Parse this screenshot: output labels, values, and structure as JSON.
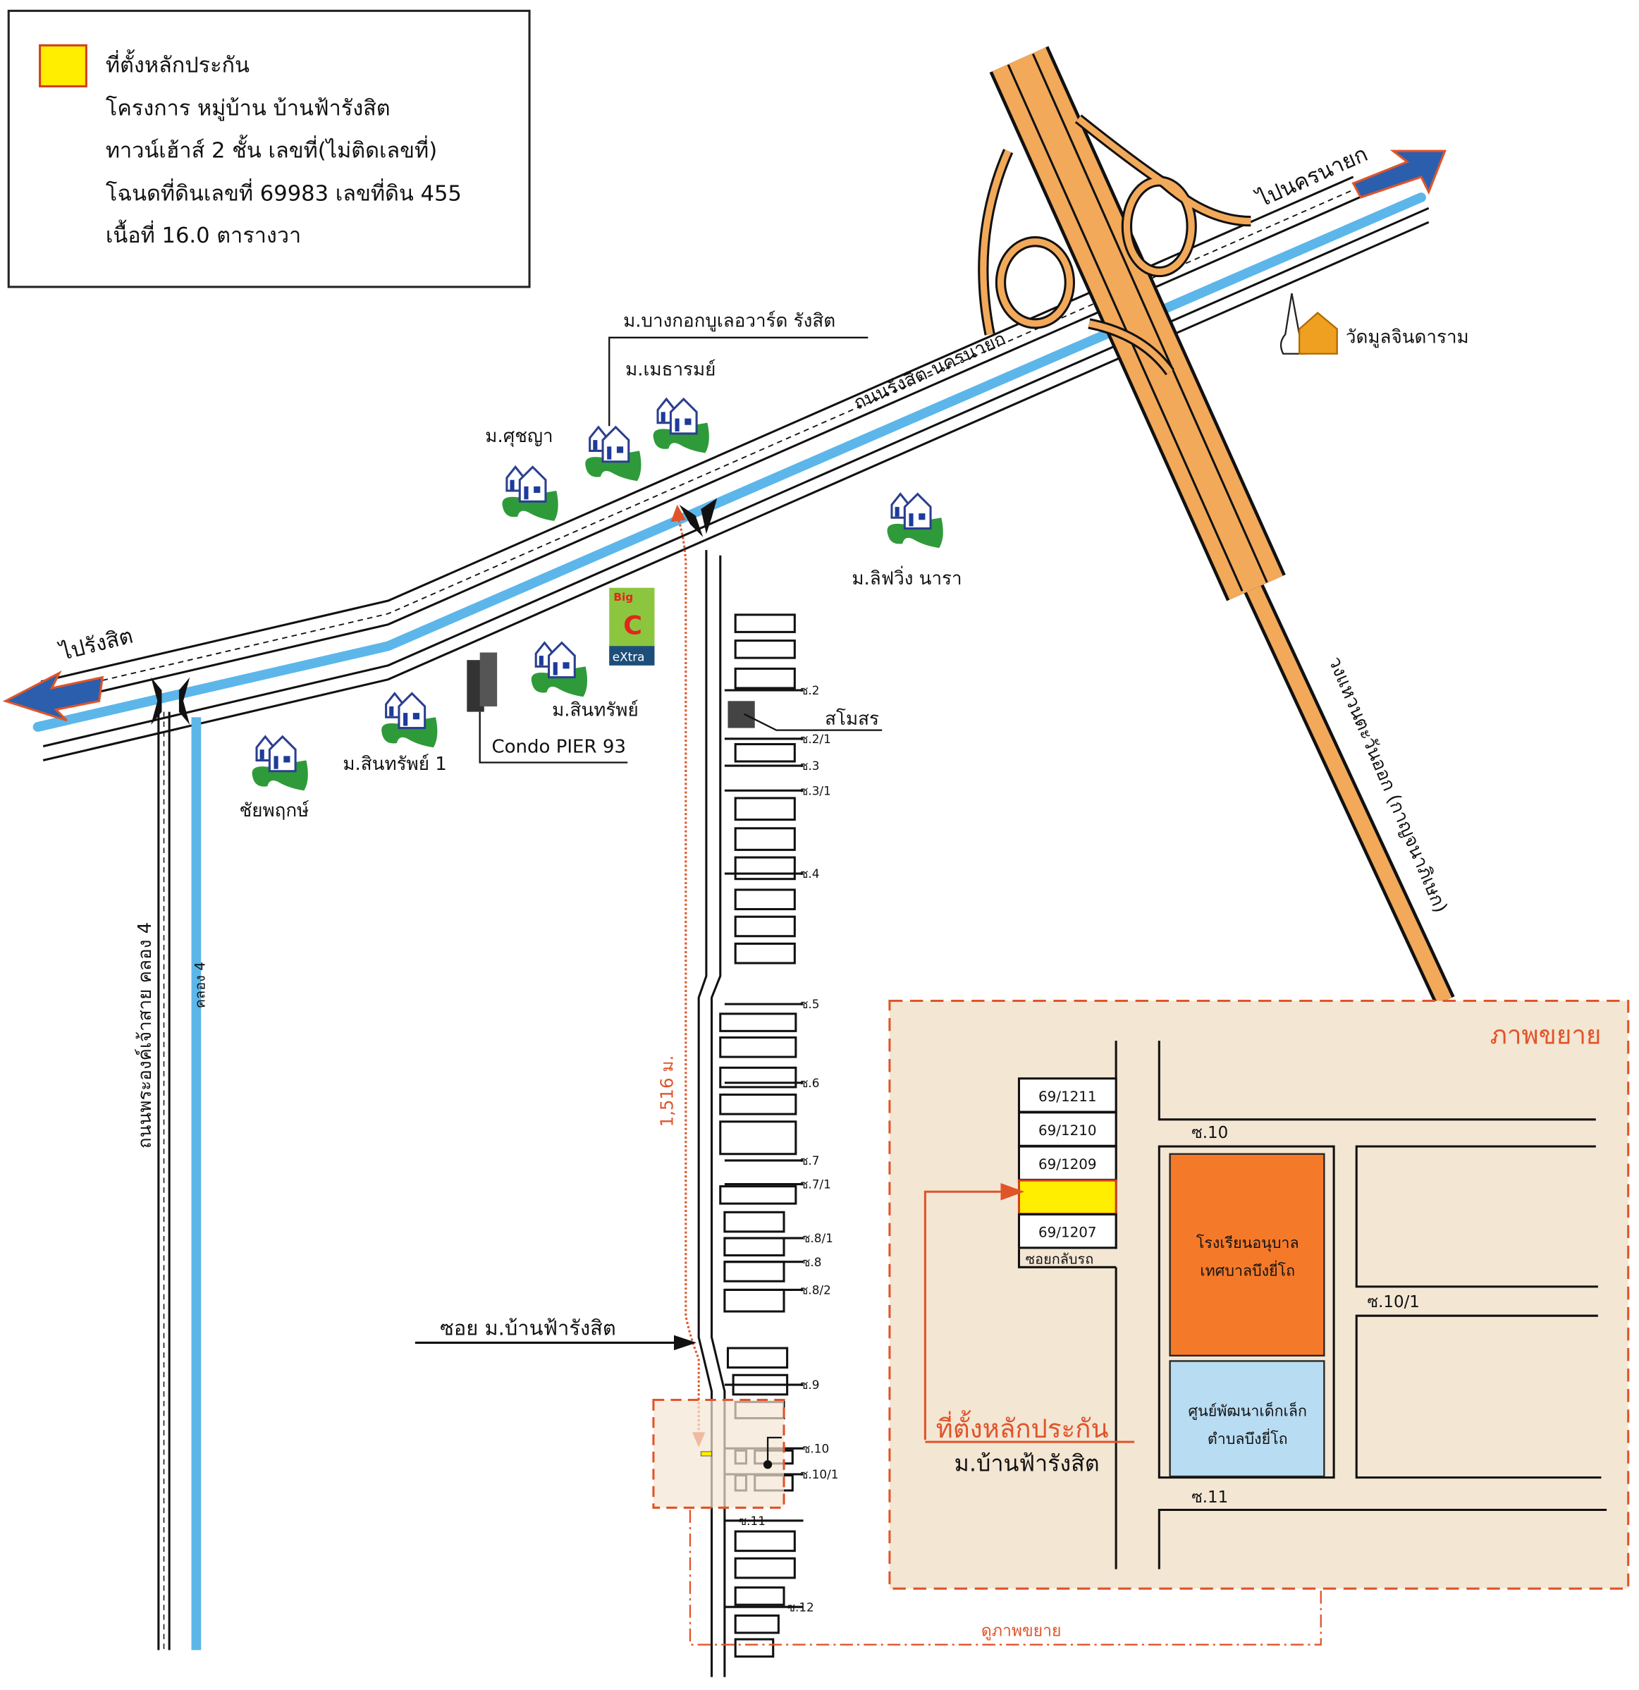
{
  "legend": {
    "title": "ที่ตั้งหลักประกัน",
    "lines": [
      "โครงการ หมู่บ้าน บ้านฟ้ารังสิต",
      "ทาวน์เฮ้าส์ 2 ชั้น เลขที่(ไม่ติดเลขที่)",
      "โฉนดที่ดินเลขที่ 69983 เลขที่ดิน 455",
      "เนื้อที่ 16.0 ตารางวา"
    ],
    "swatch_color": "#ffee00"
  },
  "roads": {
    "main_road": "ถนนรังสิต-นครนายก",
    "to_nakhon_nayok": "ไปนครนายก",
    "to_rangsit": "ไปรังสิต",
    "khlong_road": "ถนนพระองค์เจ้าสาย คลอง 4",
    "khlong": "คลอง 4",
    "ring_road": "วงแหวนตะวันออก (กาญจนาภิเษก)",
    "soi_village": "ซอย ม.บ้านฟ้ารังสิต",
    "distance": "1,516 ม.",
    "see_enlarged": "ดูภาพขยาย"
  },
  "places": {
    "temple": "วัดมูลจินดาราม",
    "bangkok_boulevard": "ม.บางกอกบูเลอวาร์ด รังสิต",
    "metharom": "ม.เมธารมย์",
    "suchaya": "ม.ศุชญา",
    "living_nara": "ม.ลิฟวิ่ง นารา",
    "sinsap": "ม.สินทรัพย์",
    "sinsap1": "ม.สินทรัพย์ 1",
    "chaiyapruek": "ชัยพฤกษ์",
    "condo": "Condo PIER 93",
    "club": "สโมสร",
    "bigc_top": "Big",
    "bigc_c": "C",
    "bigc_bottom": "eXtra"
  },
  "sois": [
    "ซ.2",
    "ซ.2/1",
    "ซ.3",
    "ซ.3/1",
    "ซ.4",
    "ซ.5",
    "ซ.6",
    "ซ.7",
    "ซ.7/1",
    "ซ.8/1",
    "ซ.8",
    "ซ.8/2",
    "ซ.9",
    "ซ.10",
    "ซ.10/1",
    "ซ.11",
    "ซ.12"
  ],
  "inset": {
    "title": "ภาพขยาย",
    "houses": [
      "69/1211",
      "69/1210",
      "69/1209",
      "",
      "69/1207"
    ],
    "u_turn": "ซอยกลับรถ",
    "soi10": "ซ.10",
    "soi10_1": "ซ.10/1",
    "soi11": "ซ.11",
    "school": [
      "โรงเรียนอนุบาล",
      "เทศบาลบึงยี่โถ"
    ],
    "child_center": [
      "ศูนย์พัฒนาเด็กเล็ก",
      "ตำบลบึงยี่โถ"
    ],
    "collateral": "ที่ตั้งหลักประกัน",
    "village": "ม.บ้านฟ้ารังสิต",
    "colors": {
      "school": "#f47a2a",
      "child_center": "#b8dcf2",
      "collateral": "#ffee00",
      "frame": "#e0542a",
      "background": "#f3e6d3"
    }
  }
}
